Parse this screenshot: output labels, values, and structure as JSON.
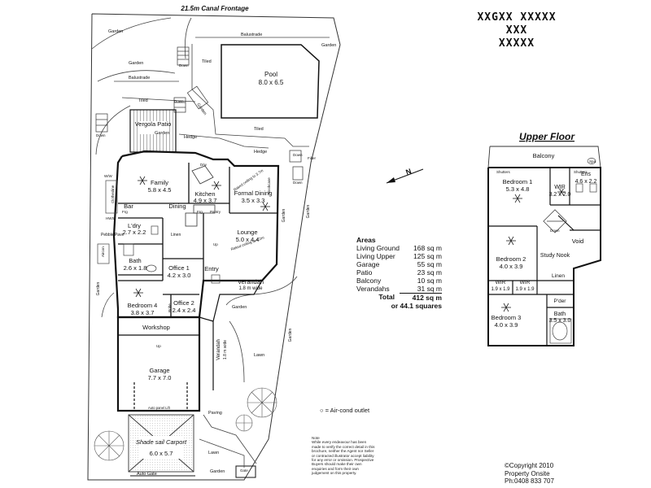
{
  "plan": {
    "frontage": "21.5m Canal Frontage",
    "upper_title": "Upper Floor",
    "north": "N",
    "brand_logo_lines": [
      "XXGXX XXXXX XXX",
      "XXXXX"
    ]
  },
  "ground_rooms": [
    {
      "name": "Pool",
      "dim": "8.0 x 6.5"
    },
    {
      "name": "Vergola Patio",
      "dim": ""
    },
    {
      "name": "Family",
      "dim": "5.8 x 4.5"
    },
    {
      "name": "Kitchen",
      "dim": "4.9 x 3.7"
    },
    {
      "name": "Formal Dining",
      "dim": "3.5 x 3.3"
    },
    {
      "name": "Dining",
      "dim": ""
    },
    {
      "name": "Bar",
      "dim": ""
    },
    {
      "name": "L'dry",
      "dim": "2.7 x 2.2"
    },
    {
      "name": "Lounge",
      "dim": "5.0 x 4.4"
    },
    {
      "name": "Bath",
      "dim": "2.6 x 1.8"
    },
    {
      "name": "Office 1",
      "dim": "4.2 x 3.0"
    },
    {
      "name": "Entry",
      "dim": ""
    },
    {
      "name": "Verandah",
      "dim": "1.8 m wide"
    },
    {
      "name": "Bedroom 4",
      "dim": "3.8 x 3.7"
    },
    {
      "name": "Office 2",
      "dim": "2.4 x 2.4"
    },
    {
      "name": "Workshop",
      "dim": ""
    },
    {
      "name": "Garage",
      "dim": "7.7 x 7.0"
    },
    {
      "name": "Shade sail Carport",
      "dim": "6.0 x 5.7"
    }
  ],
  "upper_rooms": [
    {
      "name": "Balcony",
      "dim": ""
    },
    {
      "name": "Bedroom 1",
      "dim": "5.3 x 4.8"
    },
    {
      "name": "WIR",
      "dim": "3.2 x 2.0"
    },
    {
      "name": "Ens",
      "dim": "4.6 x 2.2"
    },
    {
      "name": "Void",
      "dim": ""
    },
    {
      "name": "Study Nook",
      "dim": ""
    },
    {
      "name": "Bedroom 2",
      "dim": "4.0 x 3.9"
    },
    {
      "name": "Linen",
      "dim": ""
    },
    {
      "name": "WIR",
      "dim": "1.9 x 1.9"
    },
    {
      "name": "WIR",
      "dim": "1.9 x 1.9"
    },
    {
      "name": "P'der",
      "dim": ""
    },
    {
      "name": "Bedroom 3",
      "dim": "4.0 x 3.9"
    },
    {
      "name": "Bath",
      "dim": "3.5 x 3.0"
    }
  ],
  "small_labels": {
    "garden": "Garden",
    "tiled": "Tiled",
    "hedge": "Hedge",
    "balustrade": "Balustrade",
    "lawn": "Lawn",
    "paving": "Paving",
    "down": "Down",
    "up": "Up",
    "linen": "Linen",
    "pantry": "Pantry",
    "fridge": "Frg",
    "robe": "Robe",
    "verandah_side": "Verandah",
    "verandah_side_dim": "1.8 m wide",
    "raked_ceiling": "Raked ceiling to 4.2m",
    "raked_ceiling_2": "Raked ceiling to 3.7m",
    "auto_panel_lift": "Auto panel Lift",
    "auto_gate": "Auto Gate",
    "gate": "Gate",
    "shutters": "Shutters",
    "spa": "Spa",
    "pebble_pave": "Pebble Pave",
    "clothesline": "Clothesline",
    "hws": "HWS",
    "aircon": "Aircon",
    "filter": "Filter",
    "ww": "W/W",
    "dw": "D/w",
    "bookcase": "Bookcase"
  },
  "areas": {
    "title": "Areas",
    "rows": [
      {
        "label": "Living Ground",
        "value": "168 sq m"
      },
      {
        "label": "Living Upper",
        "value": "125 sq m"
      },
      {
        "label": "Garage",
        "value": "55 sq m"
      },
      {
        "label": "Patio",
        "value": "23 sq m"
      },
      {
        "label": "Balcony",
        "value": "10 sq m"
      },
      {
        "label": "Verandahs",
        "value": "31 sq m"
      }
    ],
    "total_label": "Total",
    "total_value": "412 sq m",
    "squares": "or 44.1 squares"
  },
  "legend": {
    "symbol": "○",
    "text": "= Air-cond outlet"
  },
  "note": {
    "title": "Note",
    "body": "While every endeavour has been made to verify the correct detail in this brochure, neither the Agent nor Seller or contracted illustrator accept liability for any error or omission. Prospective Buyers should make their own enquiries and form their own judgement on this property."
  },
  "credit": {
    "line1": "©Copyright 2010",
    "line2": "Property Onsite",
    "line3": "Ph:0408 833 707"
  }
}
